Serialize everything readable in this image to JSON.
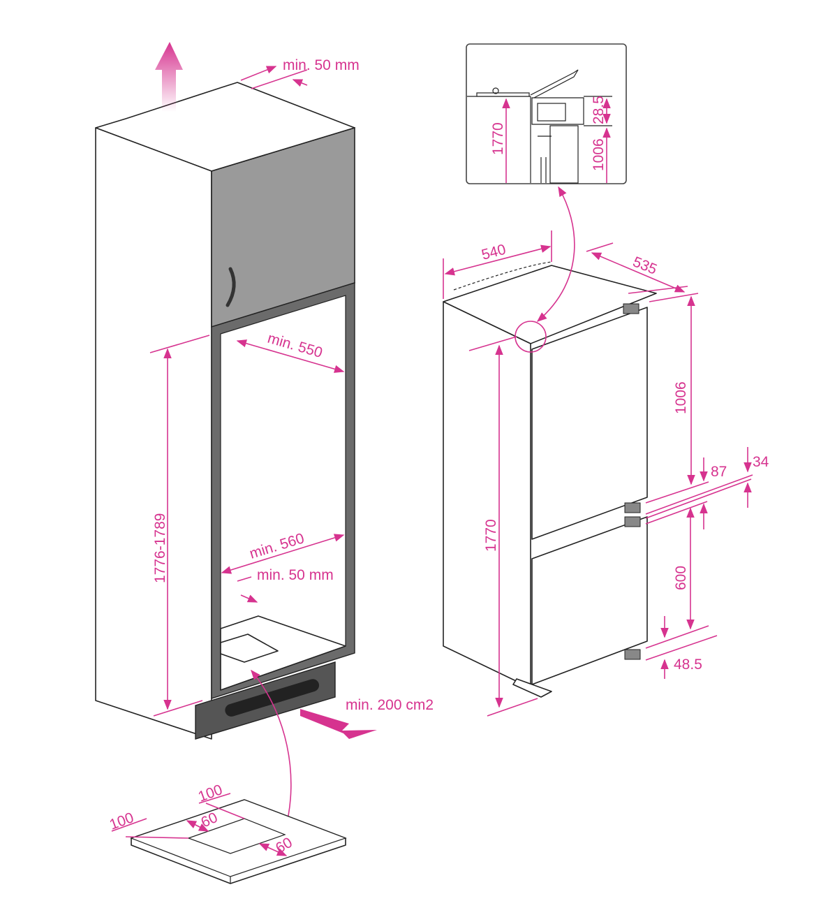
{
  "colors": {
    "dimension": "#d6338f",
    "outline": "#222222",
    "cabinet_door": "#9a9a9a",
    "frame": "#6b6b6b",
    "plinth": "#555555"
  },
  "niche": {
    "top_clearance": "min. 50 mm",
    "depth": "min. 550",
    "width": "min. 560",
    "rear_gap": "min. 50 mm",
    "height": "1776-1789",
    "vent_area": "min. 200 cm2"
  },
  "vent_plate": {
    "offset_left": "100",
    "offset_back": "100",
    "hole_width": "60",
    "hole_depth": "60"
  },
  "appliance": {
    "width": "540",
    "depth": "535",
    "height": "1770",
    "upper_hinge_height": "1006",
    "hinge_gap": "87",
    "hinge_offset": "34",
    "lower_section": "600",
    "bottom_hinge": "48.5"
  },
  "detail": {
    "height": "1770",
    "top_offset": "28.5",
    "hinge_height": "1006"
  }
}
